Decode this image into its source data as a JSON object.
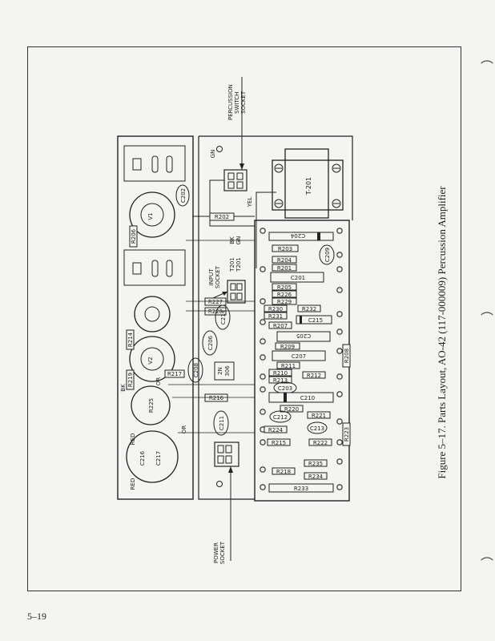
{
  "page_number": "5–19",
  "caption": "Figure 5–17. Parts Layout, AO-42 (117-000009) Percussion Amplifier",
  "margin_marks": [
    "⌒",
    "⌒",
    "⌒"
  ],
  "callouts": {
    "percussion": [
      "PERCUSSION",
      "SWITCH",
      "SOCKET"
    ],
    "input": [
      "INPUT",
      "SOCKET"
    ],
    "power": [
      "POWER",
      "SOCKET"
    ]
  },
  "transformer": {
    "ref": "T-201"
  },
  "t201_leads": [
    "T201",
    "T201"
  ],
  "wire_colors": {
    "gn": "GN",
    "bk": "BK",
    "yel": "YEL",
    "red": "RED",
    "or": "OR"
  },
  "tubes": [
    "V1",
    "V2"
  ],
  "transistor": [
    "2N",
    "306"
  ],
  "parts": {
    "r202": "R202",
    "r203": "R203",
    "r204": "R204",
    "r201": "R201",
    "r205": "R205",
    "r226": "R226",
    "r229": "R229",
    "r230": "R230",
    "r231": "R231",
    "r232": "R232",
    "r207": "R207",
    "r209": "R209",
    "r208": "R208",
    "r211": "R211",
    "r210": "R210",
    "r213": "R213",
    "r212": "R212",
    "r220": "R220",
    "r221": "R221",
    "r224": "R224",
    "r215": "R215",
    "r222": "R222",
    "r223": "R223",
    "r235": "R235",
    "r218": "R218",
    "r234": "R234",
    "r233": "R233",
    "r206": "R206",
    "r214": "R214",
    "r219": "R219",
    "r217": "R217",
    "r216": "R216",
    "r225": "R225",
    "r227": "R227",
    "r228": "R228",
    "c204": "C204",
    "c201": "C201",
    "c215": "C215",
    "c205": "C205",
    "c207": "C207",
    "c210": "C210",
    "c202": "C202",
    "c203": "C203",
    "c214": "C214",
    "c206": "C206",
    "c208": "C208",
    "c209": "C209",
    "c212": "C212",
    "c213": "C213",
    "c211": "C211",
    "c216": "C216",
    "c217": "C217"
  }
}
